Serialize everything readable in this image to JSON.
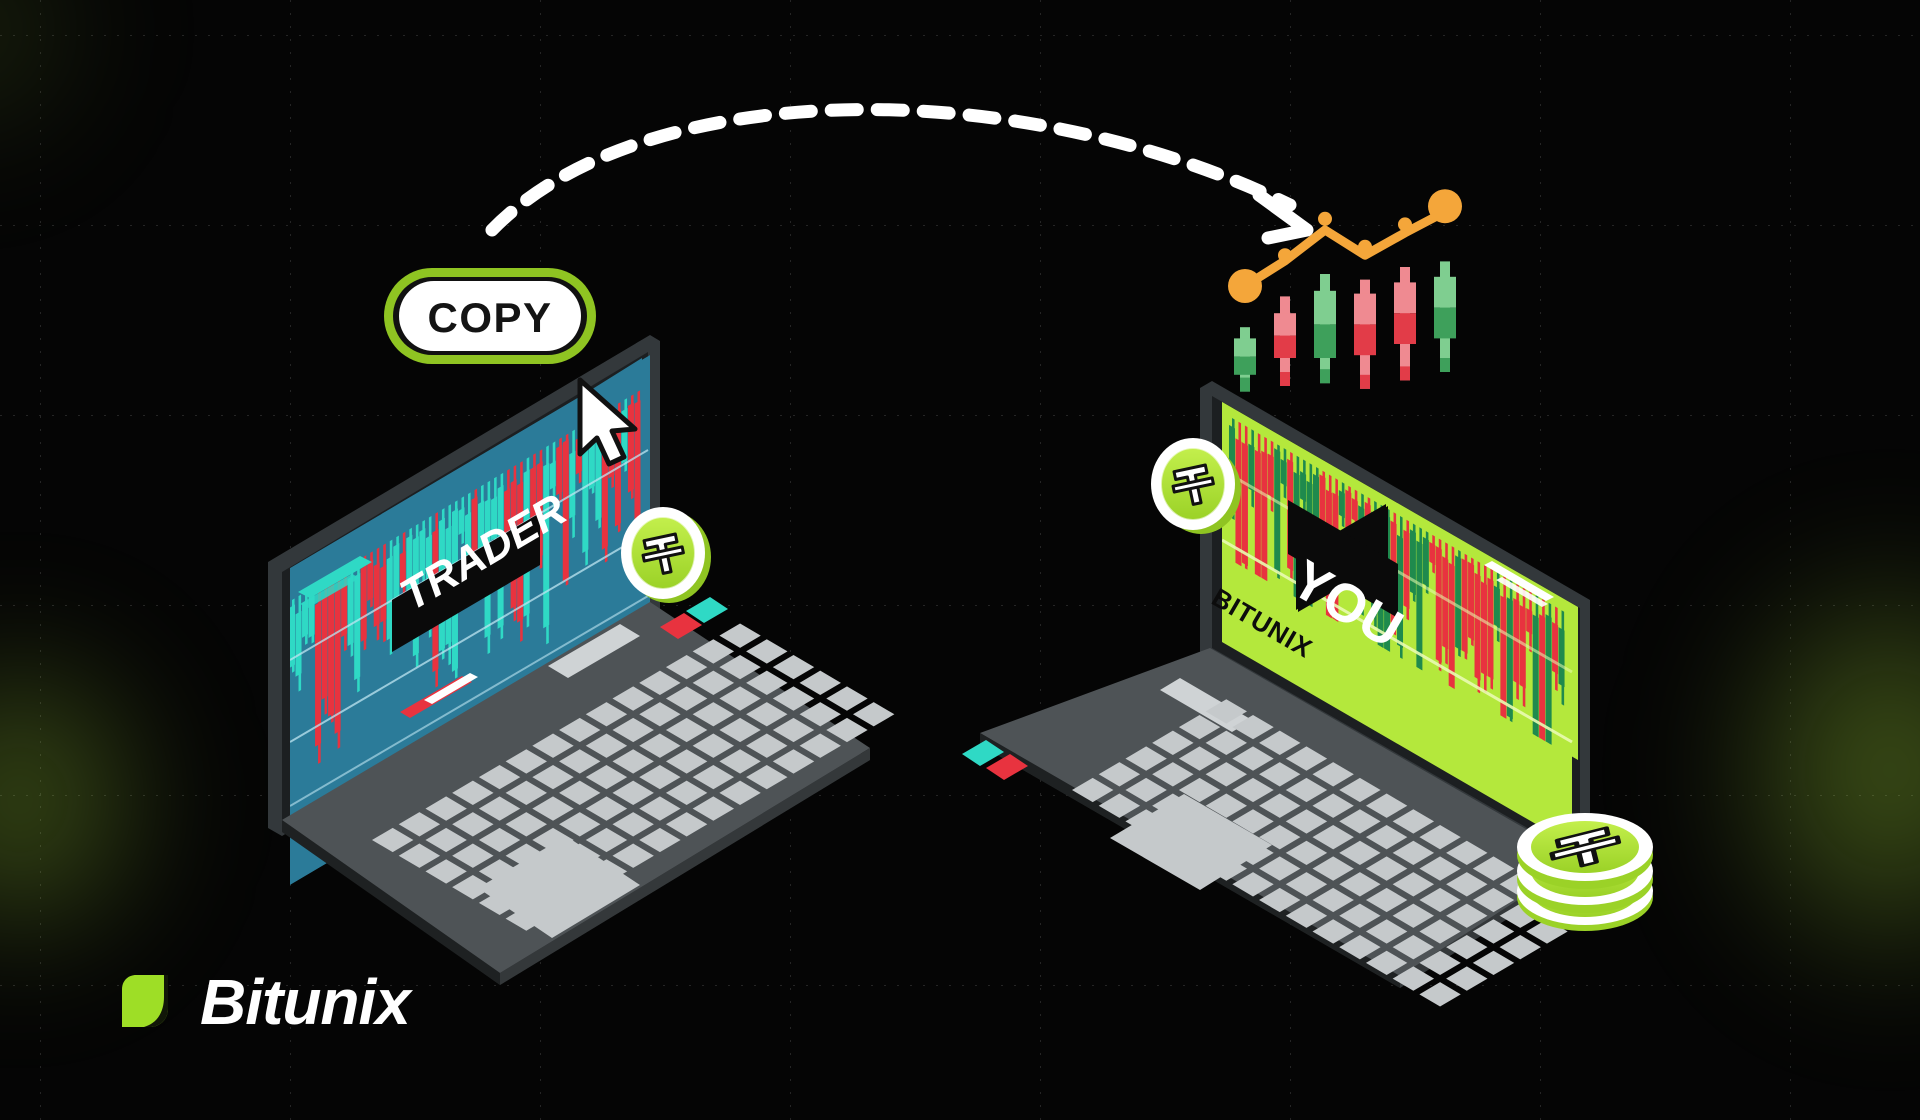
{
  "meta": {
    "title": "Bitunix Copy Trading Illustration",
    "background_color": "#050505",
    "accent_green": "#9ede26",
    "screen_green": "#b4e83c",
    "screen_blue": "#2b7b99",
    "candle_red": "#e8333f",
    "candle_teal": "#2fd9c5",
    "candle_green_dark": "#1f8a4d",
    "orange_line": "#f4a63a",
    "white": "#ffffff"
  },
  "copy_button": {
    "label": "COPY",
    "ring_color": "#8fc422",
    "inner_ring_color": "#111111",
    "fill_color": "#ffffff",
    "text_color": "#141414"
  },
  "cursor": {
    "name": "mouse-pointer",
    "color": "#ffffff",
    "outline": "#111111"
  },
  "arrow": {
    "style": "dashed-curve",
    "color": "#ffffff",
    "dash_length": 26,
    "gap_length": 18,
    "thickness": 12,
    "head": "chevron"
  },
  "left_laptop": {
    "name": "trader-laptop",
    "screen_label": "TRADER",
    "screen_bg": "#2b7b99",
    "screen_theme": "blue",
    "body_color": "#4a4f52",
    "body_dark": "#2b2e30",
    "key_color": "#c5c9cb",
    "trackpad_color": "#c5c9cb",
    "accent_squares": [
      "#e8333f",
      "#2fd9c5"
    ],
    "coin": {
      "symbol": "USDT",
      "ring": "#ffffff",
      "fill": "#b4e83c"
    }
  },
  "right_laptop": {
    "name": "you-laptop",
    "screen_label": "YOU",
    "brand_label": "BITUNIX",
    "screen_bg": "#b4e83c",
    "screen_theme": "green",
    "body_color": "#4a4f52",
    "body_dark": "#2b2e30",
    "key_color": "#c5c9cb",
    "trackpad_color": "#c5c9cb",
    "accent_squares": [
      "#2fd9c5",
      "#e8333f"
    ],
    "coin": {
      "symbol": "USDT",
      "ring": "#ffffff",
      "fill": "#b4e83c"
    },
    "coin_stack": {
      "symbol": "USDT",
      "count": 3,
      "ring": "#ffffff",
      "fill": "#b4e83c"
    }
  },
  "brand": {
    "name": "Bitunix",
    "wordmark": "Bitunix",
    "mark_color": "#9ede26",
    "wordmark_color": "#ffffff"
  },
  "chart_data": {
    "type": "candlestick",
    "title": "",
    "xlabel": "",
    "ylabel": "",
    "legend": [],
    "grid": false,
    "series_name": "floating-candles",
    "candles": [
      {
        "index": 0,
        "direction": "up",
        "open": 18,
        "close": 44,
        "high": 52,
        "low": 6,
        "color": "#4caf6e"
      },
      {
        "index": 1,
        "direction": "down",
        "open": 62,
        "close": 30,
        "high": 74,
        "low": 10,
        "color": "#e8636f"
      },
      {
        "index": 2,
        "direction": "up",
        "open": 30,
        "close": 78,
        "high": 90,
        "low": 12,
        "color": "#4caf6e"
      },
      {
        "index": 3,
        "direction": "down",
        "open": 76,
        "close": 32,
        "high": 86,
        "low": 8,
        "color": "#e8636f"
      },
      {
        "index": 4,
        "direction": "down",
        "open": 84,
        "close": 40,
        "high": 95,
        "low": 14,
        "color": "#e8636f"
      },
      {
        "index": 5,
        "direction": "up",
        "open": 44,
        "close": 88,
        "high": 99,
        "low": 20,
        "color": "#4caf6e"
      }
    ],
    "trendline": {
      "color": "#f4a63a",
      "points": [
        [
          0,
          40
        ],
        [
          1,
          58
        ],
        [
          2,
          80
        ],
        [
          3,
          62
        ],
        [
          4,
          78
        ],
        [
          5,
          93
        ]
      ],
      "markers": [
        {
          "x": 0,
          "y": 40,
          "size": "large"
        },
        {
          "x": 1,
          "y": 62,
          "size": "small"
        },
        {
          "x": 2,
          "y": 88,
          "size": "small"
        },
        {
          "x": 3,
          "y": 68,
          "size": "small"
        },
        {
          "x": 4,
          "y": 84,
          "size": "small"
        },
        {
          "x": 5,
          "y": 97,
          "size": "large"
        }
      ]
    }
  }
}
